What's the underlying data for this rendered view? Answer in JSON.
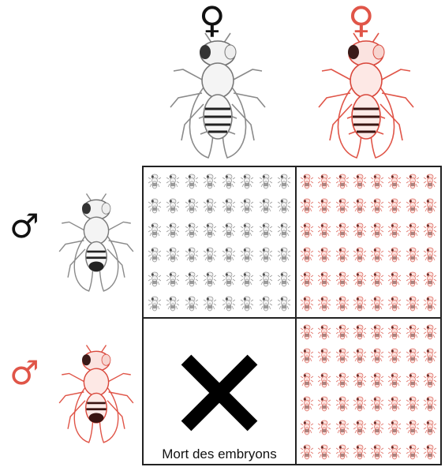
{
  "symbols": {
    "female": "♀",
    "male": "♂"
  },
  "colors": {
    "wildtype": "#111111",
    "mutant": "#e05548",
    "grid_line": "#222222"
  },
  "cells": {
    "top_left": {
      "fly_color": "grey",
      "rows": 6,
      "cols": 8
    },
    "top_right": {
      "fly_color": "red",
      "rows": 6,
      "cols": 8
    },
    "bottom_left": {
      "icon": "cross-icon",
      "label": "Mort des embryons"
    },
    "bottom_right": {
      "fly_color": "red",
      "rows": 6,
      "cols": 8
    }
  }
}
